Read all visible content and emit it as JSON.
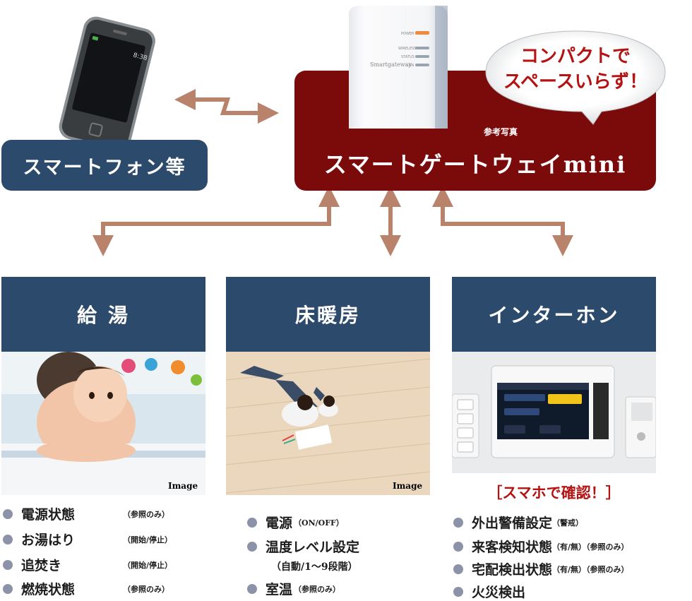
{
  "smartphone": {
    "label": "スマートフォン等",
    "screen_time": "8:38"
  },
  "gateway": {
    "title": "スマートゲートウェイmini",
    "photo_note": "参考写真",
    "device_brand": "Smartgateway",
    "device_leds": [
      "POWER",
      "WIRELESS",
      "STATUS",
      "LAN"
    ]
  },
  "bubble": {
    "line1": "コンパクトで",
    "line2": "スペースいらず！"
  },
  "columns": [
    {
      "title": "給 湯",
      "image_tag": "Image",
      "items": [
        {
          "label": "電源状態",
          "note": "（参照のみ）"
        },
        {
          "label": "お湯はり",
          "note": "（開始/停止）"
        },
        {
          "label": "追焚き",
          "note": "（開始/停止）"
        },
        {
          "label": "燃焼状態",
          "note": "（参照のみ）"
        }
      ]
    },
    {
      "title": "床暖房",
      "image_tag": "Image",
      "items": [
        {
          "label": "電源",
          "note": "（ON/OFF）"
        },
        {
          "label": "温度レベル設定",
          "sub": "（自動/1〜9段階）"
        },
        {
          "label": "室温",
          "note": "（参照のみ）"
        }
      ]
    },
    {
      "title": "インターホン",
      "confirm": "［スマホで確認！］",
      "items": [
        {
          "label": "外出警備設定",
          "note": "（警戒）"
        },
        {
          "label": "来客検知状態",
          "note": "（有/無）（参照のみ）"
        },
        {
          "label": "宅配検出状態",
          "note": "（有/無）（参照のみ）"
        },
        {
          "label": "火災検出",
          "note": ""
        }
      ]
    }
  ],
  "colors": {
    "navy": "#2c4a6b",
    "maroon": "#7b0a0a",
    "arrow": "#b9826b",
    "accent_red": "#b51313",
    "bullet": "#8c92a8"
  }
}
